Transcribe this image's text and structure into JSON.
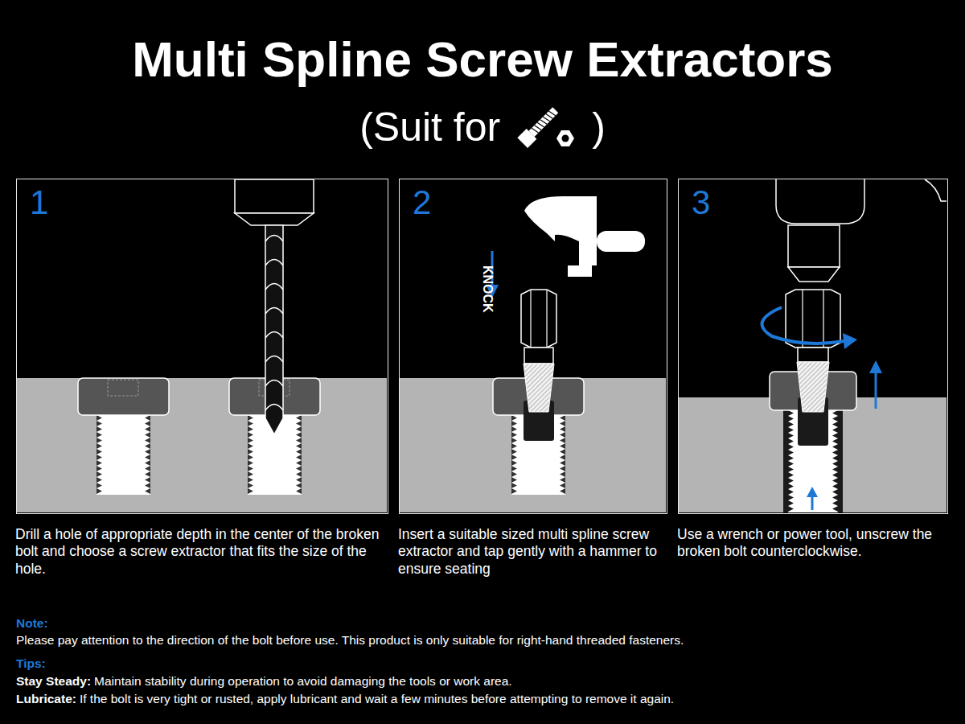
{
  "diagram": {
    "title": "Multi Spline Screw Extractors",
    "nodes": [
      {
        "text": [
          "1",
          "Drill a hole of appropriate depth in the center of the broken bolt and choose a screw extractor that fits the size of the hole."
        ]
      },
      {
        "text": [
          "2",
          "Insert a suitable sized multi spline screw extractor and tap gently with a hammer to ensure seating"
        ]
      },
      {
        "text": [
          "3",
          "Use a wrench or power tool, unscrew the broken bolt counterclockwise."
        ]
      }
    ],
    "edges": [],
    "labels": [
      "(Suit for",
      ")",
      "KNOCK",
      "Note:",
      "Please pay attention to the direction of the bolt before use. This product is only suitable for right-hand threaded fasteners.",
      "Tips:",
      "Stay Steady:",
      "Maintain stability during operation to avoid damaging the tools or work area.",
      "Lubricate:",
      "If the bolt is very tight or rusted, apply lubricant and wait a few minutes before attempting to remove it again."
    ]
  }
}
